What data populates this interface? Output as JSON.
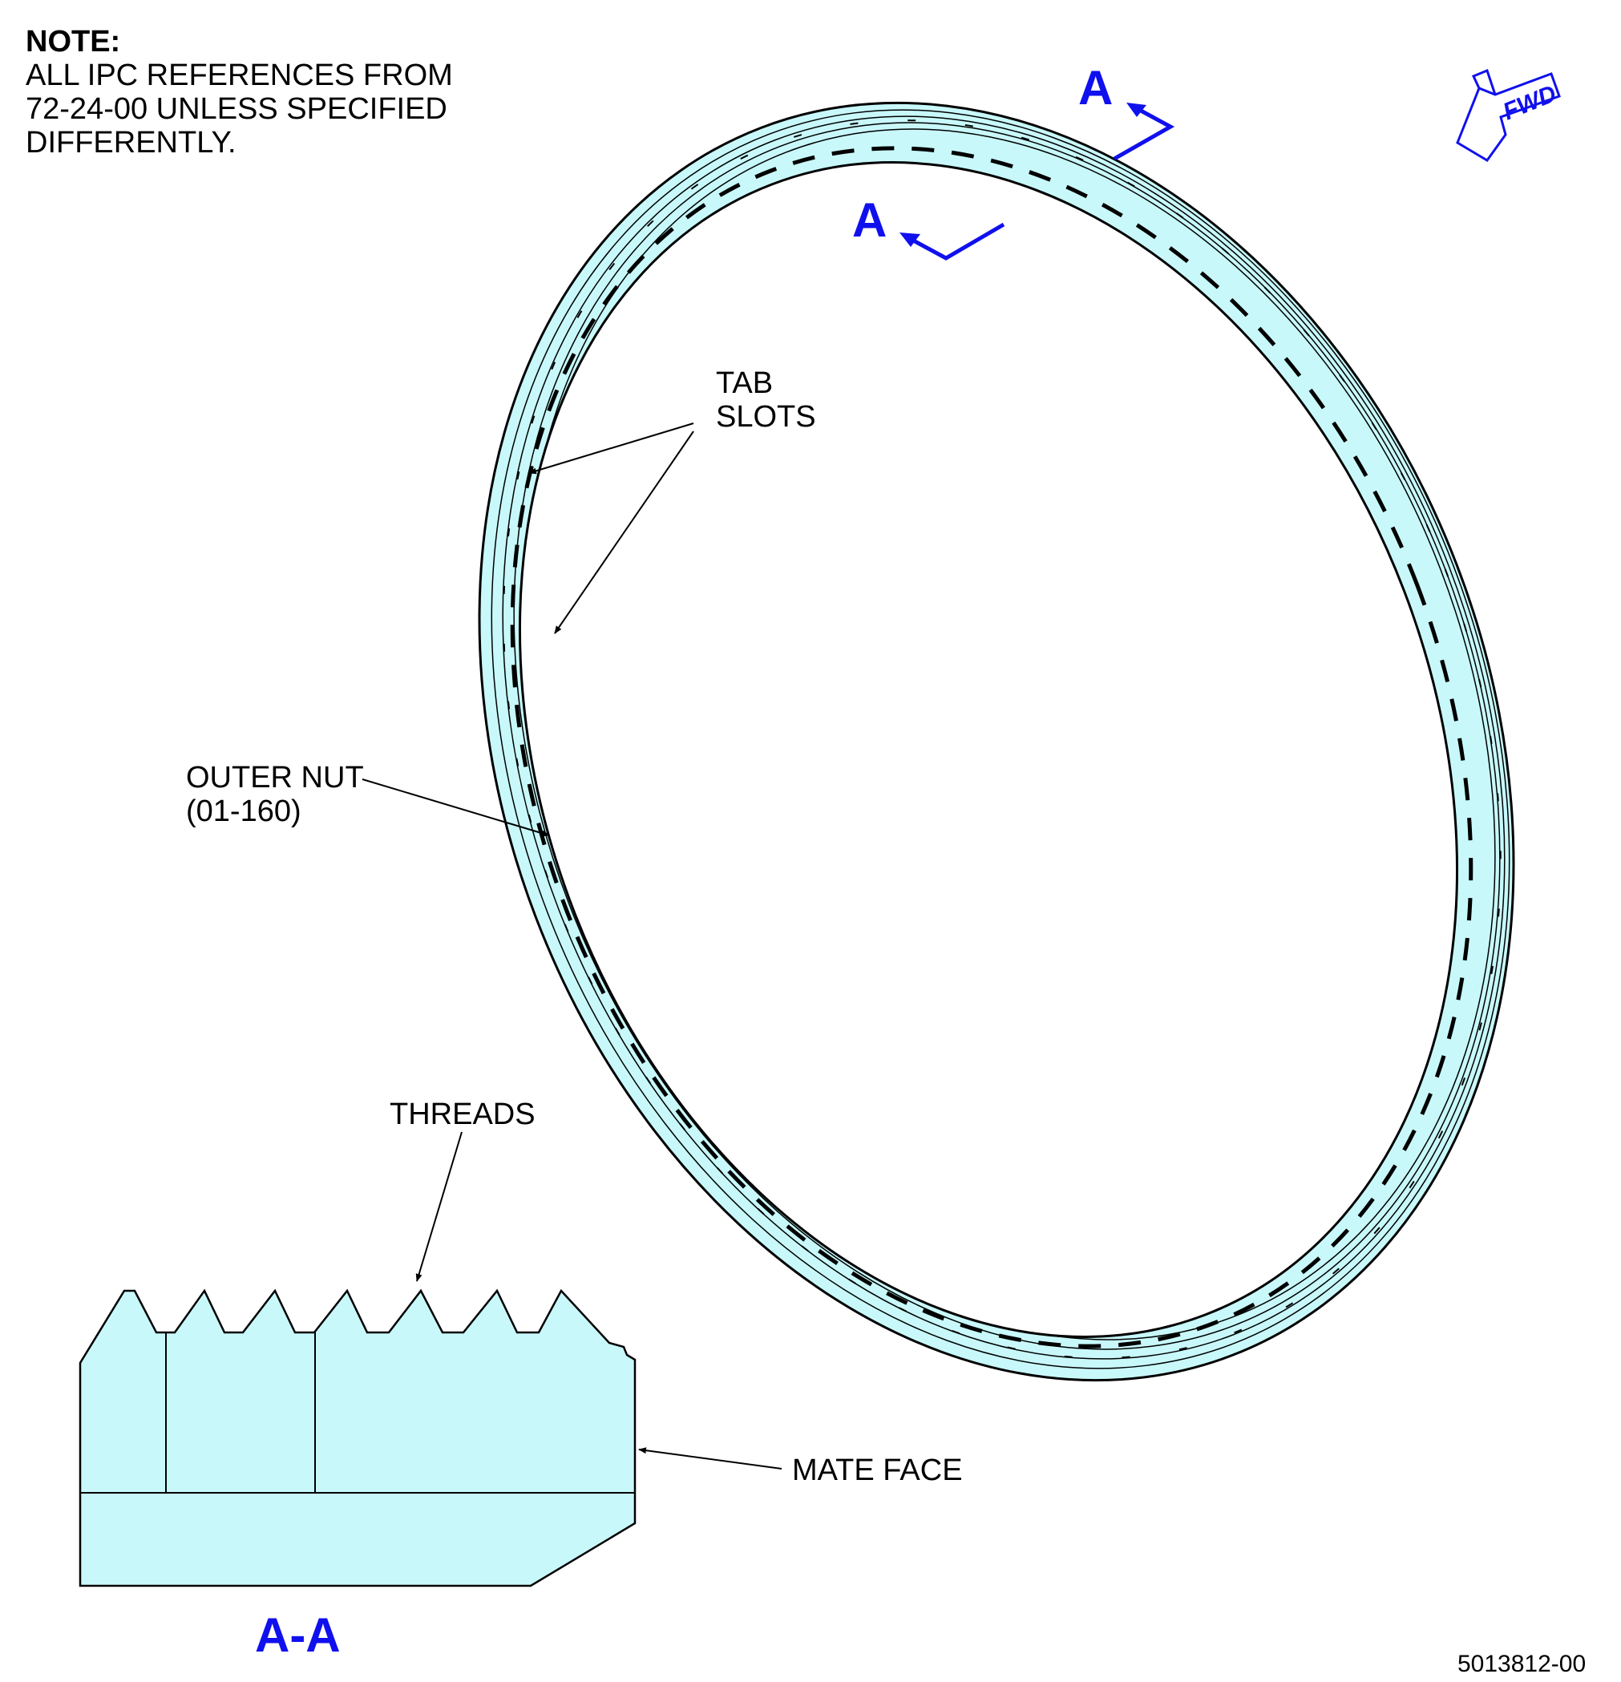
{
  "note": {
    "title": "NOTE:",
    "lines": [
      "ALL IPC REFERENCES FROM",
      "72-24-00 UNLESS SPECIFIED",
      "DIFFERENTLY."
    ]
  },
  "labels": {
    "tab_slots": [
      "TAB",
      "SLOTS"
    ],
    "outer_nut": [
      "OUTER NUT",
      "(01-160)"
    ],
    "threads": "THREADS",
    "mate_face": "MATE FACE"
  },
  "section_marker": "A",
  "section_title": "A-A",
  "fwd_label": "FWD",
  "doc_number": "5013812-00",
  "colors": {
    "part_fill": "#c8f8fa",
    "annotation_blue": "#1010ee",
    "line": "#000000"
  }
}
